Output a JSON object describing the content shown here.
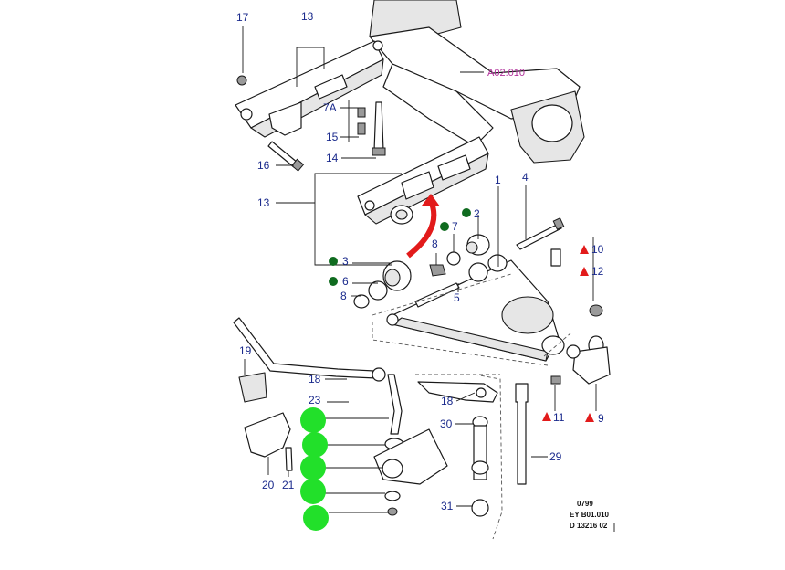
{
  "callouts": {
    "c17": "17",
    "c13a": "13",
    "c7a": "7A",
    "c15": "15",
    "c16": "16",
    "c14": "14",
    "c13b": "13",
    "c1": "1",
    "c4": "4",
    "c2": "2",
    "c7": "7",
    "c8a": "8",
    "c3": "3",
    "c6": "6",
    "c8b": "8",
    "c5": "5",
    "c10": "10",
    "c12": "12",
    "c19": "19",
    "c18a": "18",
    "c23": "23",
    "c18b": "18",
    "c30": "30",
    "c29": "29",
    "c20": "20",
    "c21": "21",
    "c31": "31",
    "c11": "11",
    "c9": "9"
  },
  "reference": "A02.010",
  "caption": {
    "line1": "0799",
    "line2": "EY B01.010",
    "line3": "D 13216 02"
  },
  "colors": {
    "callout_text": "#1a2a8c",
    "reference_text": "#b0309a",
    "marker_green_dark": "#0f6b1f",
    "marker_red_triangle": "#e21b1b",
    "highlight_green": "#22e02a",
    "arrow_red": "#e21b1b"
  }
}
